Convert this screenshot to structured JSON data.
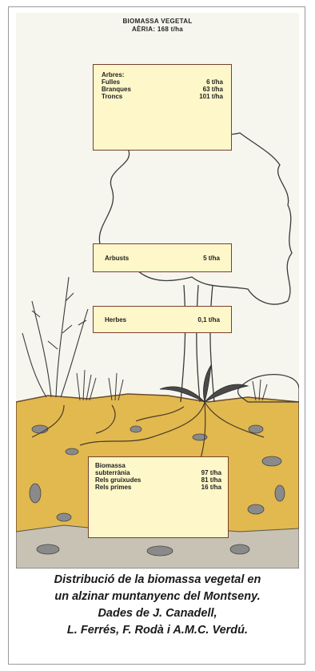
{
  "header": {
    "line1": "BIOMASSA VEGETAL",
    "line2": "AÈRIA: 168 t/ha"
  },
  "trees_box": {
    "heading": "Arbres:",
    "rows": [
      {
        "label": "Fulles",
        "value": "6 t/ha"
      },
      {
        "label": "Branques",
        "value": "63 t/ha"
      },
      {
        "label": "Troncs",
        "value": "101 t/ha"
      }
    ]
  },
  "shrubs_box": {
    "label": "Arbusts",
    "value": "5 t/ha"
  },
  "herbs_box": {
    "label": "Herbes",
    "value": "0,1 t/ha"
  },
  "roots_box": {
    "heading_line1": "Biomassa",
    "rows": [
      {
        "label": "subterrània",
        "value": "97 t/ha"
      },
      {
        "label": "Rels gruixudes",
        "value": "81 t/ha"
      },
      {
        "label": "Rels primes",
        "value": "16 t/ha"
      }
    ]
  },
  "caption": {
    "line1": "Distribució de la biomassa vegetal en",
    "line2": "un alzinar muntanyenc  del Montseny.",
    "line3": "Dades de J. Canadell,",
    "line4": "L. Ferrés, F. Rodà i A.M.C. Verdú."
  },
  "colors": {
    "soil": "#e2b94e",
    "box_fill": "#fdf7c9",
    "box_border": "#7a3f30",
    "line_art": "#3a3a3a"
  }
}
